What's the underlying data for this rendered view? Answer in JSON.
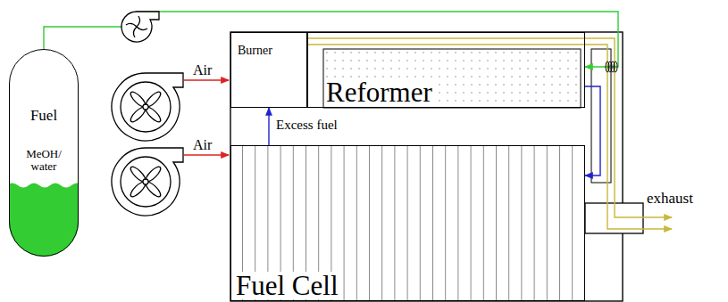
{
  "diagram": {
    "nodes": [
      {
        "text": [
          "Fuel",
          "MeOH/ water"
        ]
      },
      {
        "text": [
          "Burner"
        ]
      },
      {
        "text": [
          "Reformer"
        ]
      },
      {
        "text": [
          "Fuel Cell"
        ]
      }
    ],
    "edges": [
      {
        "from": 0,
        "to": 2,
        "arrow": "to"
      },
      {
        "from": 3,
        "to": 1,
        "label": "Excess fuel",
        "arrow": "to"
      },
      {
        "from": 2,
        "to": 3,
        "arrow": "to"
      }
    ],
    "labels": [
      "Air",
      "Air",
      "exhaust"
    ]
  }
}
